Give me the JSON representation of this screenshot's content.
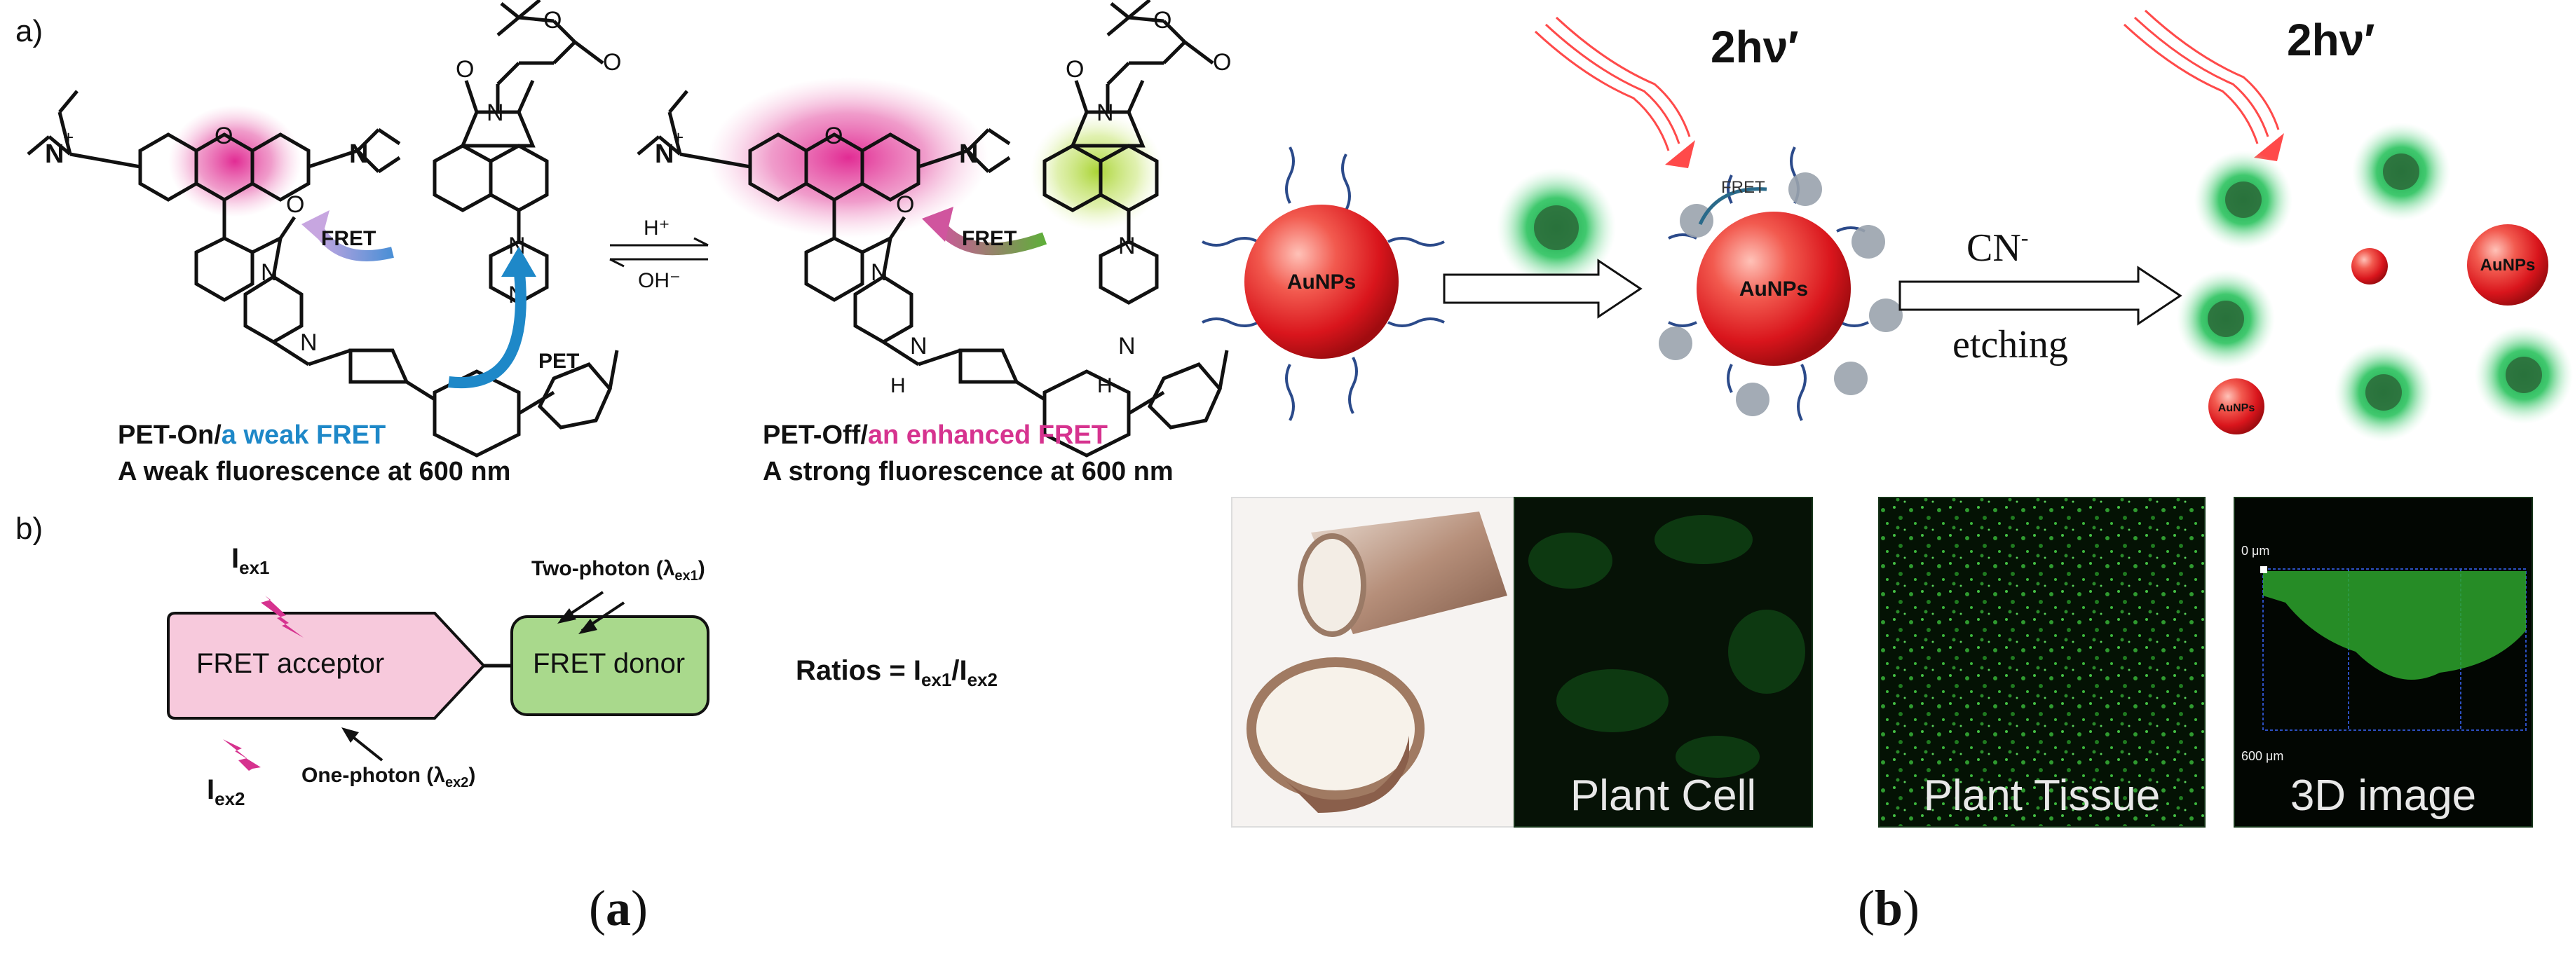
{
  "figure": {
    "panel_a": {
      "part_a_label": "a)",
      "part_b_label": "b)",
      "equilibrium_top": "H⁺",
      "equilibrium_bottom": "OH⁻",
      "fret": "FRET",
      "pet": "PET",
      "left_caption_prefix": "PET-On/",
      "left_caption_highlight": "a weak FRET",
      "left_caption_line2": "A weak fluorescence at 600 nm",
      "right_caption_prefix": "PET-Off/",
      "right_caption_highlight": "an enhanced FRET",
      "right_caption_line2": "A strong fluorescence at 600 nm",
      "acceptor_label": "FRET acceptor",
      "donor_label": "FRET donor",
      "iex1": "I",
      "iex1_sub": "ex1",
      "iex2": "I",
      "iex2_sub": "ex2",
      "two_photon": "Two-photon (λ",
      "two_photon_sub": "ex1",
      "one_photon": "One-photon (λ",
      "one_photon_sub": "ex2",
      "close_paren": ")",
      "ratio_prefix": "Ratios = I",
      "ratio_sub1": "ex1",
      "ratio_mid": "/I",
      "ratio_sub2": "ex2",
      "caption": "(a)"
    },
    "panel_b": {
      "hv_left": "2hν′",
      "hv_right": "2hν′",
      "aunps_large": "AuNPs",
      "aunps_small": "AuNPs",
      "fret_small": "FRET",
      "cn": "CN",
      "cn_sup": "-",
      "etching": "etching",
      "plant_cell": "Plant Cell",
      "plant_tissue": "Plant Tissue",
      "image_3d": "3D image",
      "scale_top": "0 μm",
      "scale_bottom": "600 μm",
      "caption": "(b)"
    },
    "colors": {
      "magenta": "#d6338f",
      "fret_blue": "#1e88c8",
      "acceptor_fill": "#f7c9dc",
      "donor_fill": "#a9d98c",
      "gold_red": "#e0242a",
      "green_glow": "#1fbf55"
    }
  }
}
